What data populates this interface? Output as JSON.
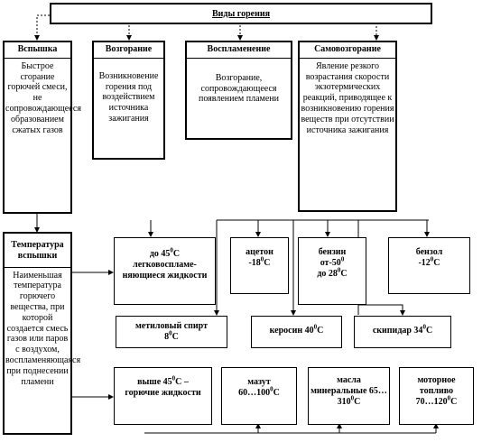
{
  "title": "Виды горения",
  "types": [
    {
      "name": "Вспышка",
      "description": "Быстрое сгорание горючей смеси, не сопровождающееся образованием сжатых газов"
    },
    {
      "name": "Возгорание",
      "description": "Возникновение горения под воздействием источника зажигания"
    },
    {
      "name": "Воспламенение",
      "description": "Возгорание, сопровождающееся появлением пламени"
    },
    {
      "name": "Самовозгорание",
      "description": "Явление резкого возрастания скорости экзотермических реакций, приводящее к возникновению горения веществ при отсутствии источника зажигания"
    }
  ],
  "flash_point": {
    "header": "Температура вспышки",
    "definition": "Наименьшая температура горючего вещества, при которой создается смесь газов или паров с воздухом, воспламеняющаяся при поднесении пламени"
  },
  "row1": [
    {
      "l1": "до 45",
      "deg": "0",
      "l1b": "С",
      "rest": "легковоспламе-няющиеся жидкости"
    },
    {
      "l1": "ацетон",
      "l2": "-18",
      "deg": "0",
      "l2b": "С"
    },
    {
      "l1": "бензин",
      "l2": "от-50",
      "deg": "0",
      "l3": "до 28",
      "deg2": "0",
      "l3b": "С"
    },
    {
      "l1": "бензол",
      "l2": "-12",
      "deg": "0",
      "l2b": "С"
    }
  ],
  "row2": [
    {
      "l1": "метиловый спирт",
      "l2": "8",
      "deg": "0",
      "l2b": "С"
    },
    {
      "l1": "керосин 40",
      "deg": "0",
      "l1b": "С"
    },
    {
      "l1": "скипидар 34",
      "deg": "0",
      "l1b": "С"
    }
  ],
  "row3": [
    {
      "l1": "выше 45",
      "deg": "0",
      "l1b": "С –",
      "rest": "горючие жидкости"
    },
    {
      "l1": "мазут",
      "l2": "60…100",
      "deg": "0",
      "l2b": "С"
    },
    {
      "l1": "масла минеральные 65…310",
      "deg": "0",
      "l1b": "С"
    },
    {
      "l1": "моторное топливо",
      "l2": "70…120",
      "deg": "0",
      "l2b": "С"
    }
  ]
}
